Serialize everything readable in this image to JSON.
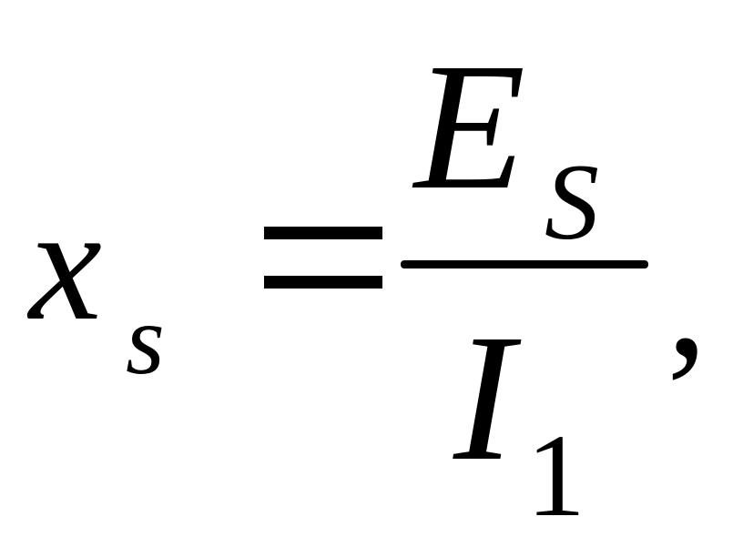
{
  "formula": {
    "lhs": {
      "var": "x",
      "sub": "s"
    },
    "equals": "=",
    "numerator": {
      "var": "E",
      "sub": "S"
    },
    "denominator": {
      "var": "I",
      "sub": "1"
    },
    "trailing": ","
  }
}
